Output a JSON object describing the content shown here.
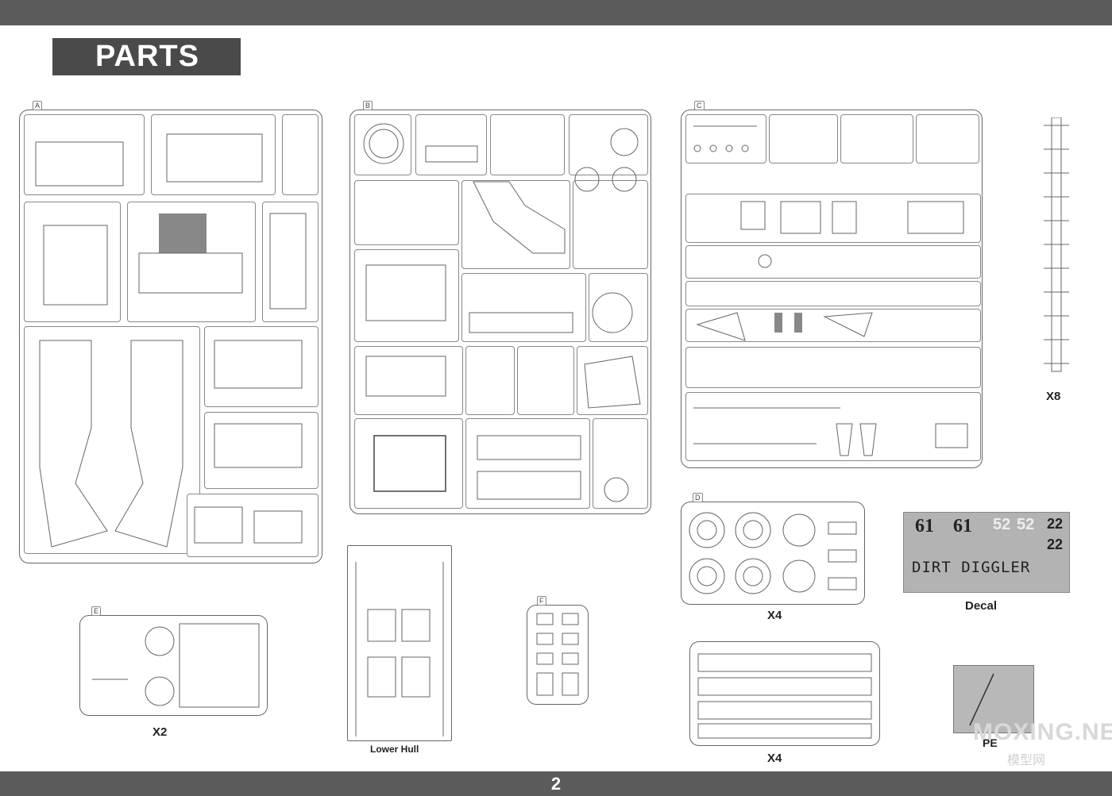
{
  "header": {
    "title": "PARTS"
  },
  "sprues": {
    "a": {
      "letter": "A"
    },
    "b": {
      "letter": "B"
    },
    "c": {
      "letter": "C"
    },
    "d": {
      "letter": "D",
      "qty": "X4"
    },
    "e": {
      "letter": "E",
      "qty": "X2"
    },
    "f": {
      "letter": "F"
    },
    "tracks": {
      "qty": "X8"
    },
    "track_pads": {
      "qty": "X4"
    },
    "lower_hull": {
      "label": "Lower Hull"
    }
  },
  "decal": {
    "label": "Decal",
    "numbers_a": "61",
    "numbers_b": "61",
    "numbers_c": "52",
    "numbers_d": "52",
    "numbers_e": "22",
    "numbers_f": "22",
    "text": "DIRT DIGGLER"
  },
  "pe": {
    "label": "PE"
  },
  "watermark": {
    "text": "MOXING.NET",
    "sub": "模型网"
  },
  "footer": {
    "page_number": "2"
  }
}
